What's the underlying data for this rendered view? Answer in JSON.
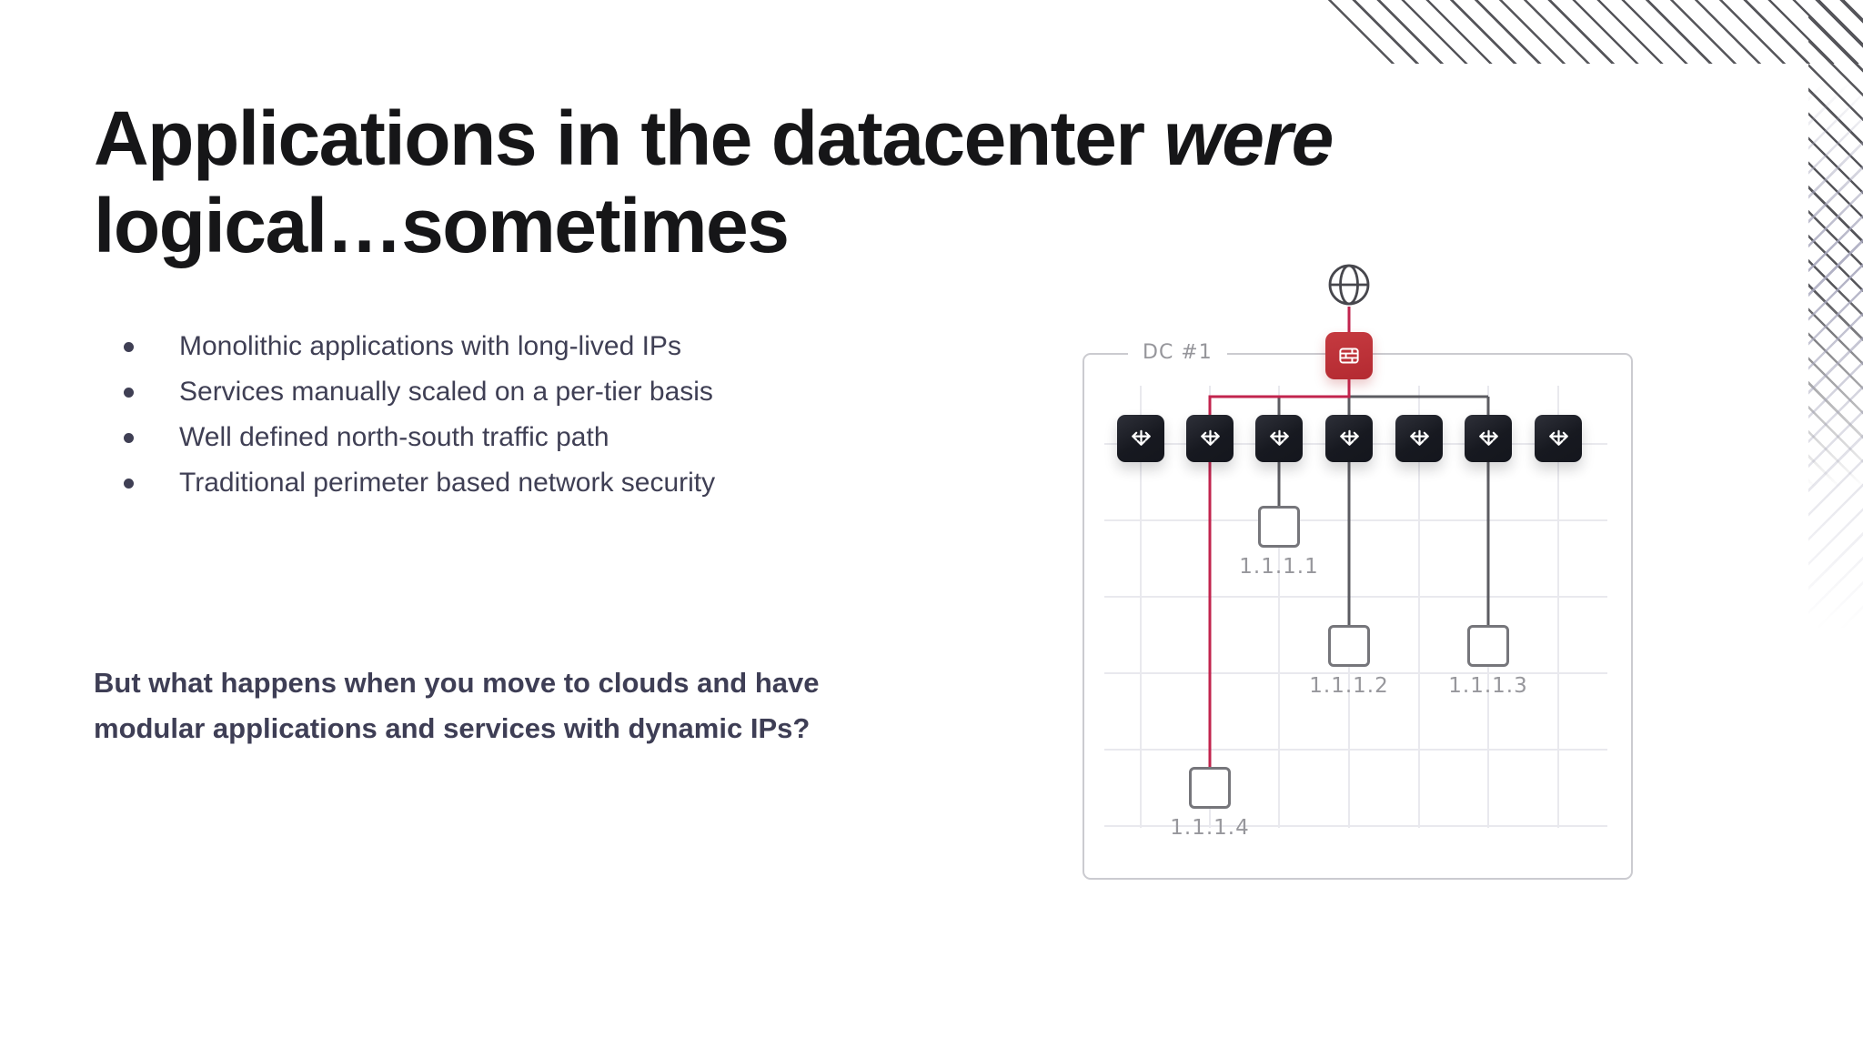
{
  "slide": {
    "title": {
      "line1_regular": "Applications in the datacenter ",
      "line1_italic": "were",
      "line2": "logical…sometimes"
    },
    "bullets": [
      "Monolithic applications with long-lived IPs",
      "Services manually scaled on a per-tier basis",
      "Well defined north-south traffic path",
      "Traditional perimeter based network security"
    ],
    "question": "But what happens when you move to clouds and have modular applications and services with dynamic IPs?"
  },
  "diagram": {
    "dc_label": "DC #1",
    "endpoint_labels": [
      "1.1.1.1",
      "1.1.1.2",
      "1.1.1.3",
      "1.1.1.4"
    ],
    "switch_count": 7,
    "icons": {
      "internet": "globe-icon",
      "gateway": "firewall-icon",
      "switch": "switch-arrows-icon"
    },
    "colors": {
      "red_node": "#bf3036",
      "red_link": "#c2244e",
      "gray_link": "#5c5c62",
      "grid_line": "#e9e9ee",
      "dark_node": "#1a1c23",
      "label_gray": "#97979c",
      "text_dark": "#3f3f54",
      "title_black": "#161618",
      "hatch_dark": "#55555a",
      "hatch_light": "#a6a6bc"
    }
  }
}
